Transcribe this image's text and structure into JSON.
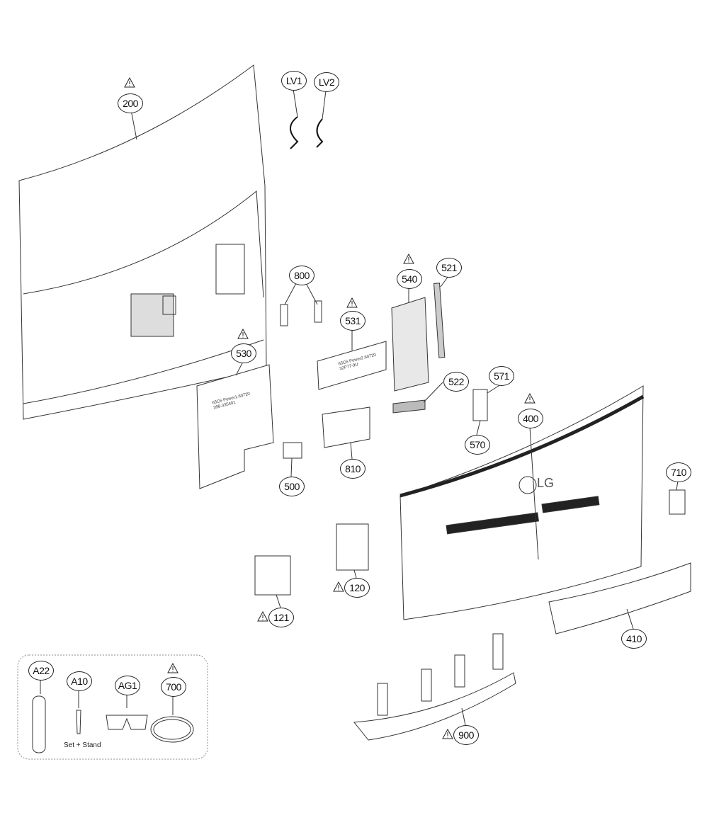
{
  "callouts": {
    "p200": "200",
    "lv1": "LV1",
    "lv2": "LV2",
    "p800": "800",
    "p531": "531",
    "p540": "540",
    "p521": "521",
    "p530": "530",
    "p522": "522",
    "p571": "571",
    "p400": "400",
    "p570": "570",
    "p810": "810",
    "p500": "500",
    "p710": "710",
    "p120": "120",
    "p121": "121",
    "p410": "410",
    "a22": "A22",
    "a10": "A10",
    "ag1": "AG1",
    "p700": "700",
    "p900": "900"
  },
  "accessory_note": "Set + Stand",
  "logo_text": "LG",
  "board_530": {
    "line1": "65C6 Power1.60720",
    "line2": "398-335401"
  },
  "board_531": {
    "line1": "65C6 Power2.60720",
    "line2": "32P77-9U"
  },
  "warning_symbol": "!"
}
